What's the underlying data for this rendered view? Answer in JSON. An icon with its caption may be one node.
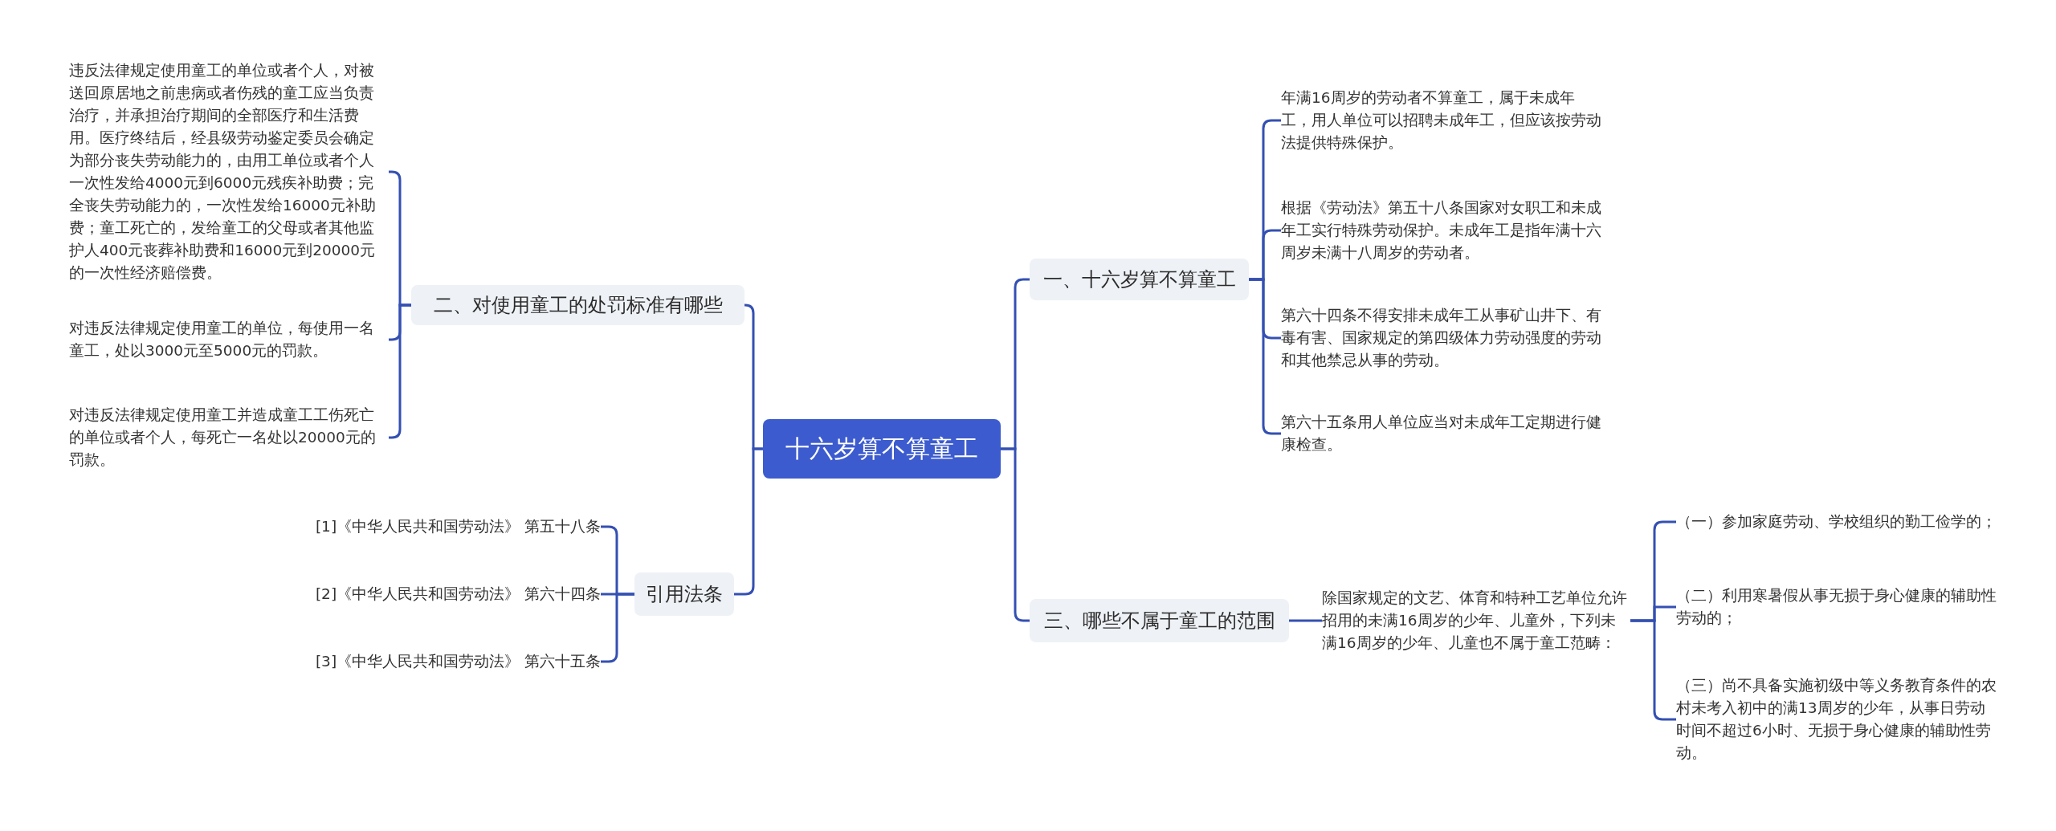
{
  "diagram": {
    "nodes": [
      {
        "text": [
          "十六岁算不算童工"
        ]
      },
      {
        "text": [
          "一、十六岁算不算童工"
        ]
      },
      {
        "text": [
          "年满16周岁的劳动者不算童工，属于未成年工，用人单位可以招聘未成年工，但应该按劳动法提供特殊保护。"
        ]
      },
      {
        "text": [
          "根据《劳动法》第五十八条国家对女职工和未成年工实行特殊劳动保护。未成年工是指年满十六周岁未满十八周岁的劳动者。"
        ]
      },
      {
        "text": [
          "第六十四条不得安排未成年工从事矿山井下、有毒有害、国家规定的第四级体力劳动强度的劳动和其他禁忌从事的劳动。"
        ]
      },
      {
        "text": [
          "第六十五条用人单位应当对未成年工定期进行健康检查。"
        ]
      },
      {
        "text": [
          "三、哪些不属于童工的范围"
        ]
      },
      {
        "text": [
          "除国家规定的文艺、体育和特种工艺单位允许招用的未满16周岁的少年、儿童外，下列未满16周岁的少年、儿童也不属于童工范畴："
        ]
      },
      {
        "text": [
          "（一）参加家庭劳动、学校组织的勤工俭学的；"
        ]
      },
      {
        "text": [
          "（二）利用寒暑假从事无损于身心健康的辅助性劳动的；"
        ]
      },
      {
        "text": [
          "（三）尚不具备实施初级中等义务教育条件的农村未考入初中的满13周岁的少年，从事日劳动时间不超过6小时、无损于身心健康的辅助性劳动。"
        ]
      },
      {
        "text": [
          "二、对使用童工的处罚标准有哪些"
        ]
      },
      {
        "text": [
          "违反法律规定使用童工的单位或者个人，对被送回原居地之前患病或者伤残的童工应当负责治疗，并承担治疗期间的全部医疗和生活费用。医疗终结后，经县级劳动鉴定委员会确定为部分丧失劳动能力的，由用工单位或者个人一次性发给4000元到6000元残疾补助费；完全丧失劳动能力的，一次性发给16000元补助费；童工死亡的，发给童工的父母或者其他监护人400元丧葬补助费和16000元到20000元的一次性经济赔偿费。"
        ]
      },
      {
        "text": [
          "对违反法律规定使用童工的单位，每使用一名童工，处以3000元至5000元的罚款。"
        ]
      },
      {
        "text": [
          "对违反法律规定使用童工并造成童工工伤死亡的单位或者个人，每死亡一名处以20000元的罚款。"
        ]
      },
      {
        "text": [
          "引用法条"
        ]
      },
      {
        "text": [
          "[1]《中华人民共和国劳动法》 第五十八条"
        ]
      },
      {
        "text": [
          "[2]《中华人民共和国劳动法》 第六十四条"
        ]
      },
      {
        "text": [
          "[3]《中华人民共和国劳动法》 第六十五条"
        ]
      }
    ],
    "edges": [
      {
        "from": 0,
        "to": 1,
        "arrow": "none"
      },
      {
        "from": 1,
        "to": 2,
        "arrow": "none"
      },
      {
        "from": 1,
        "to": 3,
        "arrow": "none"
      },
      {
        "from": 1,
        "to": 4,
        "arrow": "none"
      },
      {
        "from": 1,
        "to": 5,
        "arrow": "none"
      },
      {
        "from": 0,
        "to": 6,
        "arrow": "none"
      },
      {
        "from": 6,
        "to": 7,
        "arrow": "none"
      },
      {
        "from": 7,
        "to": 8,
        "arrow": "none"
      },
      {
        "from": 7,
        "to": 9,
        "arrow": "none"
      },
      {
        "from": 7,
        "to": 10,
        "arrow": "none"
      },
      {
        "from": 0,
        "to": 11,
        "arrow": "none"
      },
      {
        "from": 11,
        "to": 12,
        "arrow": "none"
      },
      {
        "from": 11,
        "to": 13,
        "arrow": "none"
      },
      {
        "from": 11,
        "to": 14,
        "arrow": "none"
      },
      {
        "from": 0,
        "to": 15,
        "arrow": "none"
      },
      {
        "from": 15,
        "to": 16,
        "arrow": "none"
      },
      {
        "from": 15,
        "to": 17,
        "arrow": "none"
      },
      {
        "from": 15,
        "to": 18,
        "arrow": "none"
      }
    ]
  }
}
